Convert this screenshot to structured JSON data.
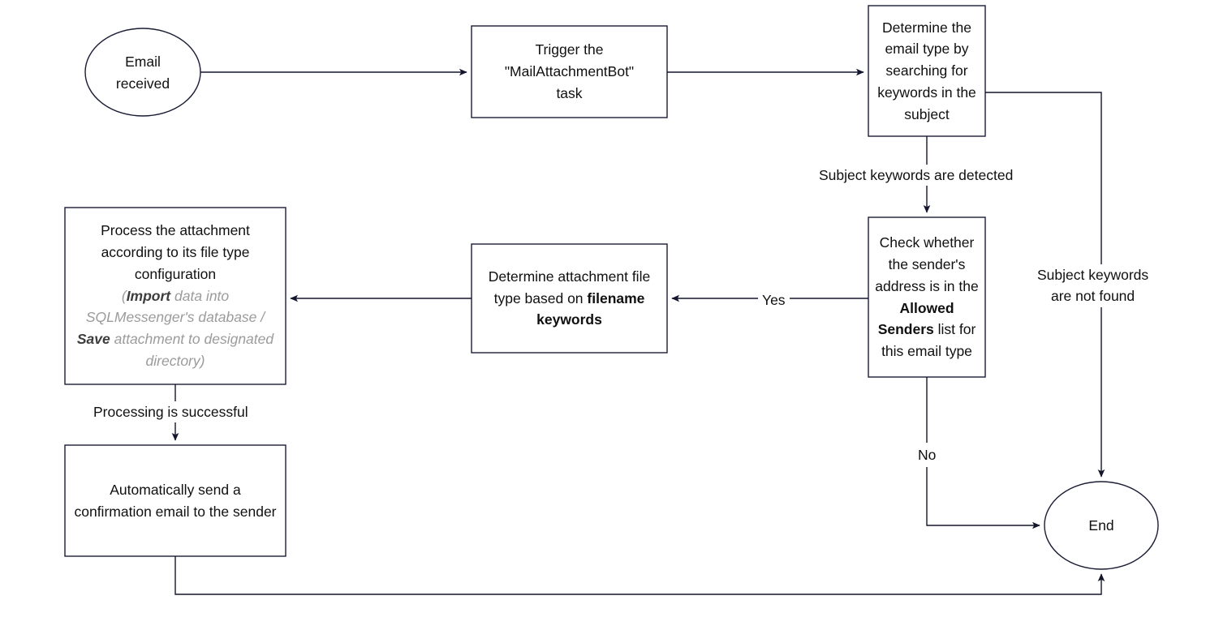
{
  "diagram": {
    "title": "MailAttachmentBot email attachment processing flowchart",
    "type": "flowchart",
    "colors": {
      "stroke": "#14162e",
      "text": "#101010",
      "muted_text": "#9b9b9b",
      "background": "#ffffff"
    },
    "nodes": [
      {
        "id": "start",
        "shape": "ellipse",
        "line1": "Email",
        "line2": "received"
      },
      {
        "id": "trigger",
        "shape": "rectangle",
        "line1": "Trigger the",
        "line2": "\"MailAttachmentBot\"",
        "line3": "task"
      },
      {
        "id": "determine-type",
        "shape": "rectangle",
        "text": "Determine the email type by searching for keywords in the subject"
      },
      {
        "id": "check-sender",
        "shape": "rectangle",
        "part1": "Check whether the sender's address is in the ",
        "part2": "Allowed Senders",
        "part3": " list for this email type"
      },
      {
        "id": "determine-attachment",
        "shape": "rectangle",
        "part1": "Determine attachment file type based on ",
        "part2": "filename keywords"
      },
      {
        "id": "process-attachment",
        "shape": "rectangle",
        "main": "Process the attachment according to its file type configuration",
        "sub_import_label": "Import",
        "sub_import_rest": " data into SQLMessenger's database / ",
        "sub_save_label": "Save",
        "sub_save_rest": " attachment to designated directory)",
        "sub_open_paren": "("
      },
      {
        "id": "send-confirmation",
        "shape": "rectangle",
        "text": "Automatically send a confirmation email to the sender"
      },
      {
        "id": "end",
        "shape": "ellipse",
        "text": "End"
      }
    ],
    "edges": [
      {
        "id": "start-to-trigger",
        "label": ""
      },
      {
        "id": "trigger-to-determine-type",
        "label": ""
      },
      {
        "id": "determine-type-to-check-sender",
        "label": "Subject keywords are detected"
      },
      {
        "id": "determine-type-to-end",
        "label_line1": "Subject keywords",
        "label_line2": "are not found"
      },
      {
        "id": "check-sender-to-determine-attachment",
        "label": "Yes"
      },
      {
        "id": "check-sender-to-end",
        "label": "No"
      },
      {
        "id": "determine-attachment-to-process",
        "label": ""
      },
      {
        "id": "process-to-confirmation",
        "label": "Processing is successful"
      },
      {
        "id": "confirmation-to-end",
        "label": ""
      }
    ]
  }
}
